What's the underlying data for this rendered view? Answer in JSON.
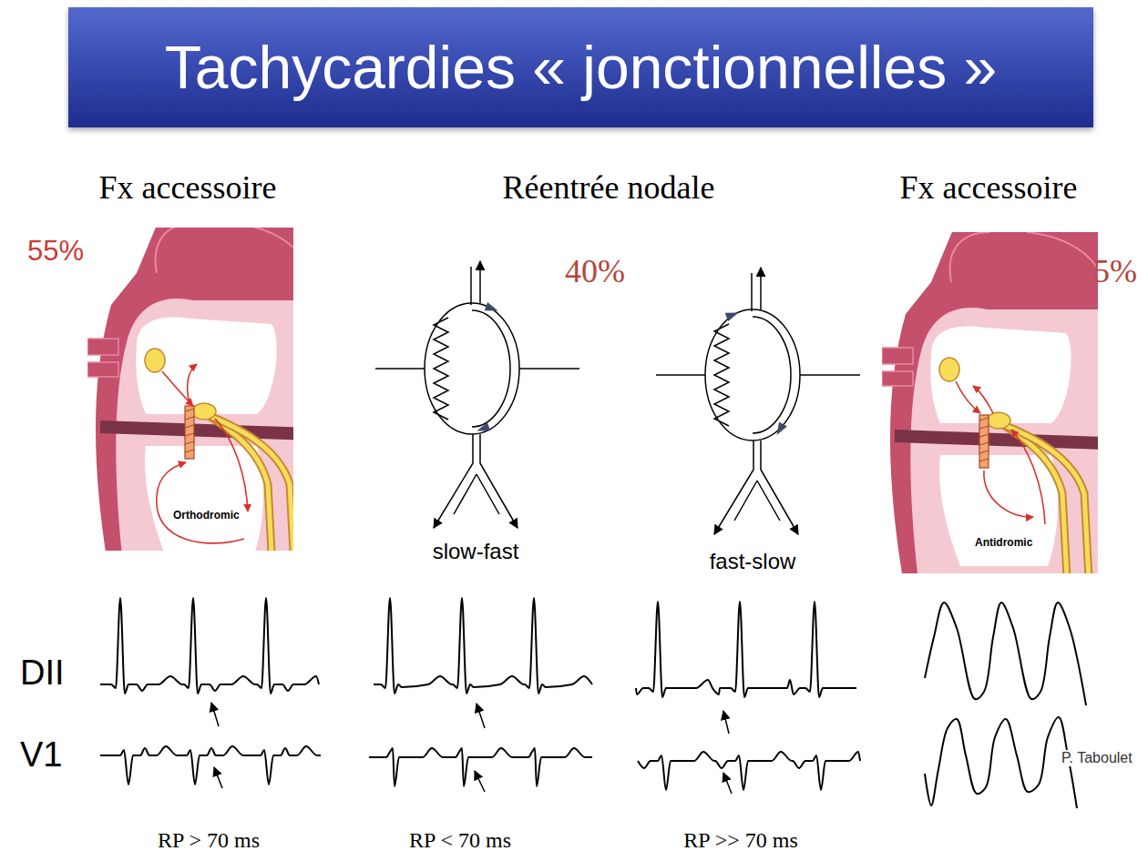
{
  "diagram": {
    "title": "Tachycardies « jonctionnelles »",
    "labels": [
      "Fx accessoire",
      "55%",
      "Orthodromic",
      "Réentrée nodale",
      "40%",
      "slow-fast",
      "fast-slow",
      "Fx accessoire",
      "5%",
      "Antidromic",
      "DII",
      "V1",
      "RP > 70 ms",
      "RP < 70 ms",
      "RP >> 70 ms",
      "P. Taboulet"
    ]
  }
}
